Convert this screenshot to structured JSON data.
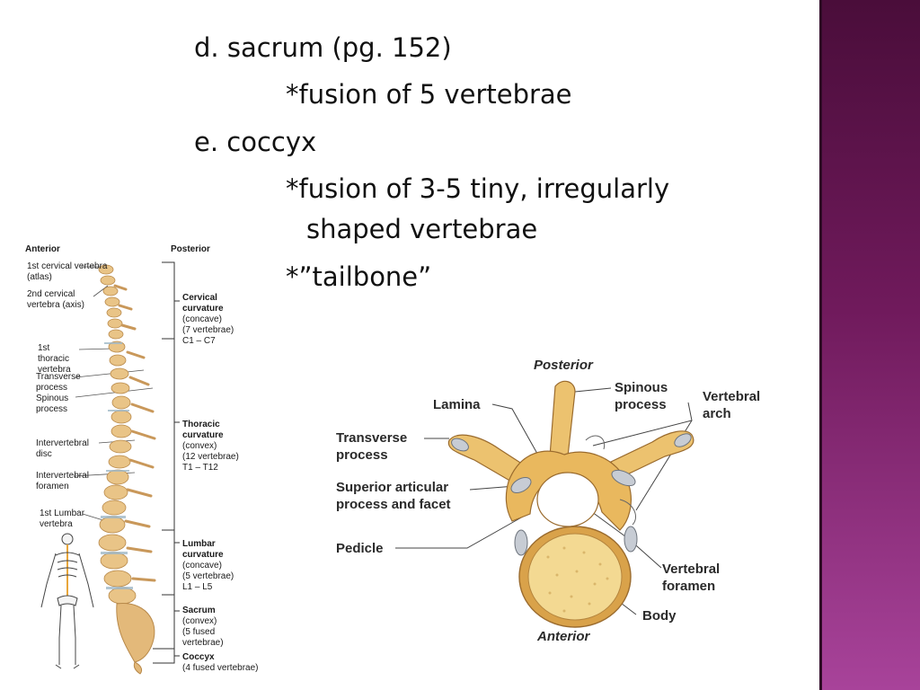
{
  "slide": {
    "lines": [
      "d. sacrum (pg. 152)",
      "*fusion of 5 vertebrae",
      "e. coccyx",
      "*fusion of 3-5 tiny, irregularly",
      "shaped vertebrae",
      "*”tailbone”"
    ],
    "accent": "#701a5c"
  },
  "spine_figure": {
    "anterior": "Anterior",
    "posterior": "Posterior",
    "left_labels": {
      "atlas": "1st cervical vertebra (atlas)",
      "axis": "2nd cervical vertebra (axis)",
      "thoracic1": "1st thoracic vertebra",
      "transverse": "Transverse process",
      "spinous": "Spinous process",
      "disc": "Intervertebral disc",
      "foramen": "Intervertebral foramen",
      "lumbar1": "1st Lumbar vertebra"
    },
    "right_labels": {
      "cervical_title": "Cervical curvature",
      "cervical_desc": "(concave)",
      "cervical_count": "(7 vertebrae)",
      "cervical_range": "C1 – C7",
      "thoracic_title": "Thoracic curvature",
      "thoracic_desc": "(convex)",
      "thoracic_count": "(12 vertebrae)",
      "thoracic_range": "T1 – T12",
      "lumbar_title": "Lumbar curvature",
      "lumbar_desc": "(concave)",
      "lumbar_count": "(5 vertebrae)",
      "lumbar_range": "L1 – L5",
      "sacrum_title": "Sacrum",
      "sacrum_desc": "(convex)",
      "sacrum_count": "(5 fused vertebrae)",
      "coccyx_title": "Coccyx",
      "coccyx_desc": "(4 fused vertebrae)"
    }
  },
  "vertebra_figure": {
    "posterior": "Posterior",
    "anterior": "Anterior",
    "spinous": "Spinous process",
    "vertebral_arch": "Vertebral arch",
    "lamina": "Lamina",
    "transverse": "Transverse process",
    "superior": "Superior articular process and facet",
    "pedicle": "Pedicle",
    "foramen": "Vertebral foramen",
    "body": "Body"
  }
}
